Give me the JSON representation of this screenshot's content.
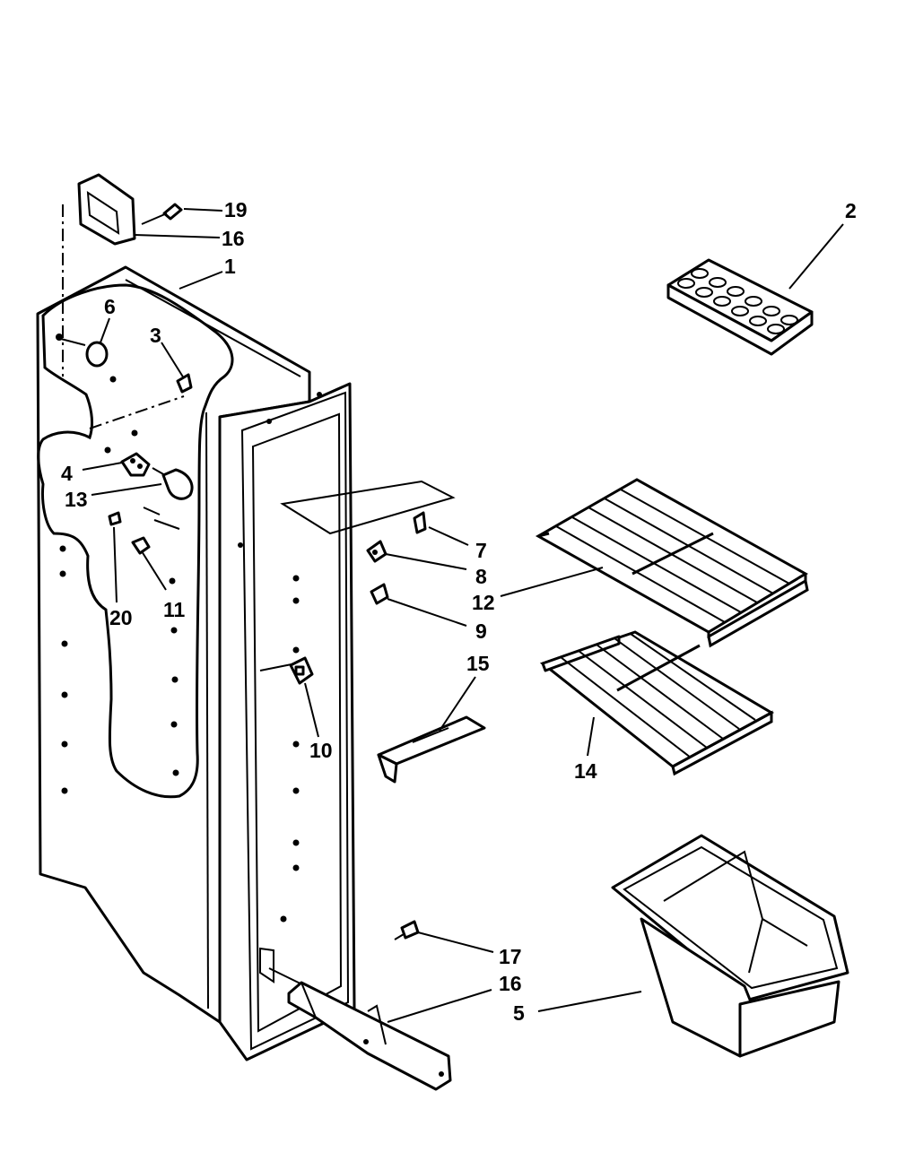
{
  "callouts": [
    {
      "id": "1",
      "text": "1"
    },
    {
      "id": "2",
      "text": "2"
    },
    {
      "id": "3",
      "text": "3"
    },
    {
      "id": "4",
      "text": "4"
    },
    {
      "id": "5",
      "text": "5"
    },
    {
      "id": "6",
      "text": "6"
    },
    {
      "id": "7",
      "text": "7"
    },
    {
      "id": "8",
      "text": "8"
    },
    {
      "id": "9",
      "text": "9"
    },
    {
      "id": "10",
      "text": "10"
    },
    {
      "id": "11",
      "text": "11"
    },
    {
      "id": "12",
      "text": "12"
    },
    {
      "id": "13",
      "text": "13"
    },
    {
      "id": "14",
      "text": "14"
    },
    {
      "id": "15",
      "text": "15"
    },
    {
      "id": "16",
      "text": "16"
    },
    {
      "id": "16b",
      "text": "16"
    },
    {
      "id": "17",
      "text": "17"
    },
    {
      "id": "19",
      "text": "19"
    },
    {
      "id": "20",
      "text": "20"
    }
  ],
  "colors": {
    "ink": "#000000",
    "paper": "#ffffff"
  }
}
